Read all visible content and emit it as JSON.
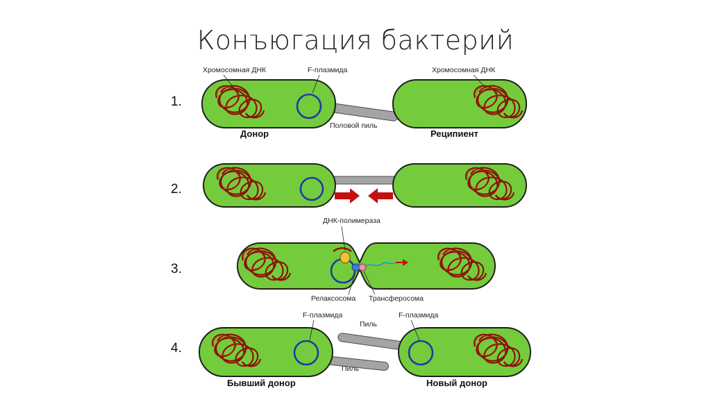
{
  "title": "Конъюгация бактерий",
  "steps": [
    "1.",
    "2.",
    "3.",
    "4."
  ],
  "labels": {
    "chromosome_left": "Хромосомная ДНК",
    "chromosome_right": "Хромосомная ДНК",
    "f_plasmid_1": "F-плазмида",
    "sex_pilus": "Половой пиль",
    "donor": "Донор",
    "recipient": "Реципиент",
    "dna_polymerase": "ДНК-полимераза",
    "relaxosome": "Релаксосома",
    "transferosome": "Трансферосома",
    "f_plasmid_4_left": "F-плазмида",
    "f_plasmid_4_right": "F-плазмида",
    "pilus_top": "Пиль",
    "pilus_bottom": "Пиль",
    "former_donor": "Бывший донор",
    "new_donor": "Новый донор"
  },
  "colors": {
    "cell": "#74cc3c",
    "chromosome": "#8b1208",
    "plasmid": "#1f3aa5",
    "arrow": "#c41010",
    "pilus": "#a4a4a4"
  }
}
